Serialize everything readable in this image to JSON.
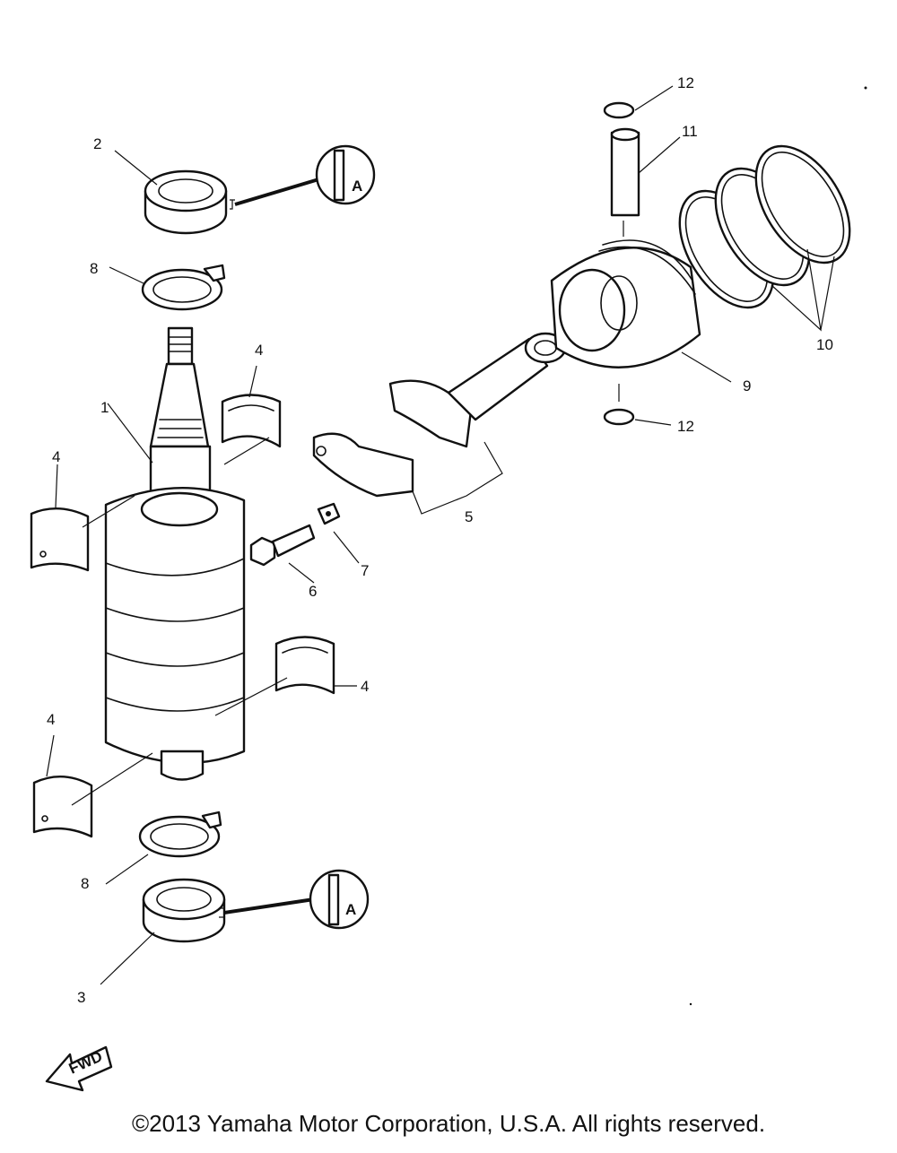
{
  "callouts": {
    "c1": "1",
    "c2": "2",
    "c3": "3",
    "c4": "4",
    "c5": "5",
    "c6": "6",
    "c7": "7",
    "c8": "8",
    "c9": "9",
    "c10": "10",
    "c11": "11",
    "c12": "12"
  },
  "grease_symbol_text": "A",
  "fwd_label": "FWD",
  "footer": {
    "copyright": "©2013 Yamaha Motor Corporation, U.S.A. All rights reserved."
  }
}
